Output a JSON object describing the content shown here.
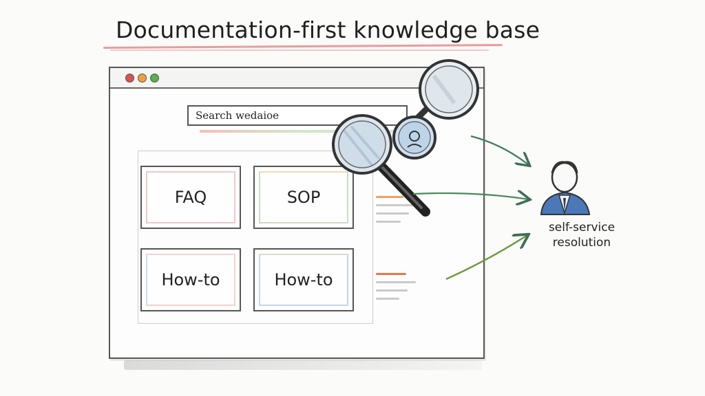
{
  "title": "Documentation-first knowledge base",
  "search": {
    "placeholder": "Search wedaioe"
  },
  "cards": [
    {
      "label": "FAQ"
    },
    {
      "label": "SOP"
    },
    {
      "label": "How-to"
    },
    {
      "label": "How-to"
    }
  ],
  "outcome": {
    "line1": "self-service",
    "line2": "resolution"
  },
  "icons": [
    "magnifier-icon",
    "magnifier-icon",
    "magnifier-icon",
    "user-icon",
    "arrow-icon"
  ],
  "colors": {
    "accent_red": "#e88a8a",
    "accent_green": "#58b050",
    "arrow": "#3f7d5a",
    "user_blue": "#4a78b8"
  }
}
